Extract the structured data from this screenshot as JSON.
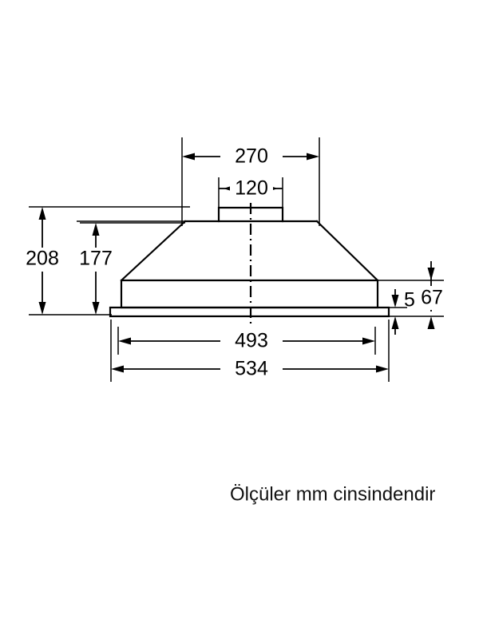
{
  "document": {
    "type": "technical-dimension-drawing",
    "subject": "built-in cooker hood cross-section",
    "background_color": "#ffffff",
    "line_color": "#000000",
    "units": "mm"
  },
  "caption": {
    "text": "Ölçüler mm cinsindendir"
  },
  "dimensions": {
    "chimney_outer_width": {
      "label": "270",
      "value": 270,
      "orientation": "horizontal",
      "position": "top"
    },
    "chimney_duct_width": {
      "label": "120",
      "value": 120,
      "orientation": "horizontal",
      "position": "top-inner"
    },
    "total_height": {
      "label": "208",
      "value": 208,
      "orientation": "vertical",
      "position": "left-outer"
    },
    "body_height": {
      "label": "177",
      "value": 177,
      "orientation": "vertical",
      "position": "left-inner"
    },
    "flange_thickness": {
      "label": "5",
      "value": 5,
      "orientation": "vertical",
      "position": "right-inner"
    },
    "lower_box_height": {
      "label": "67",
      "value": 67,
      "orientation": "vertical",
      "position": "right-outer"
    },
    "inner_width": {
      "label": "493",
      "value": 493,
      "orientation": "horizontal",
      "position": "bottom-inner"
    },
    "outer_width": {
      "label": "534",
      "value": 534,
      "orientation": "horizontal",
      "position": "bottom-outer"
    }
  }
}
